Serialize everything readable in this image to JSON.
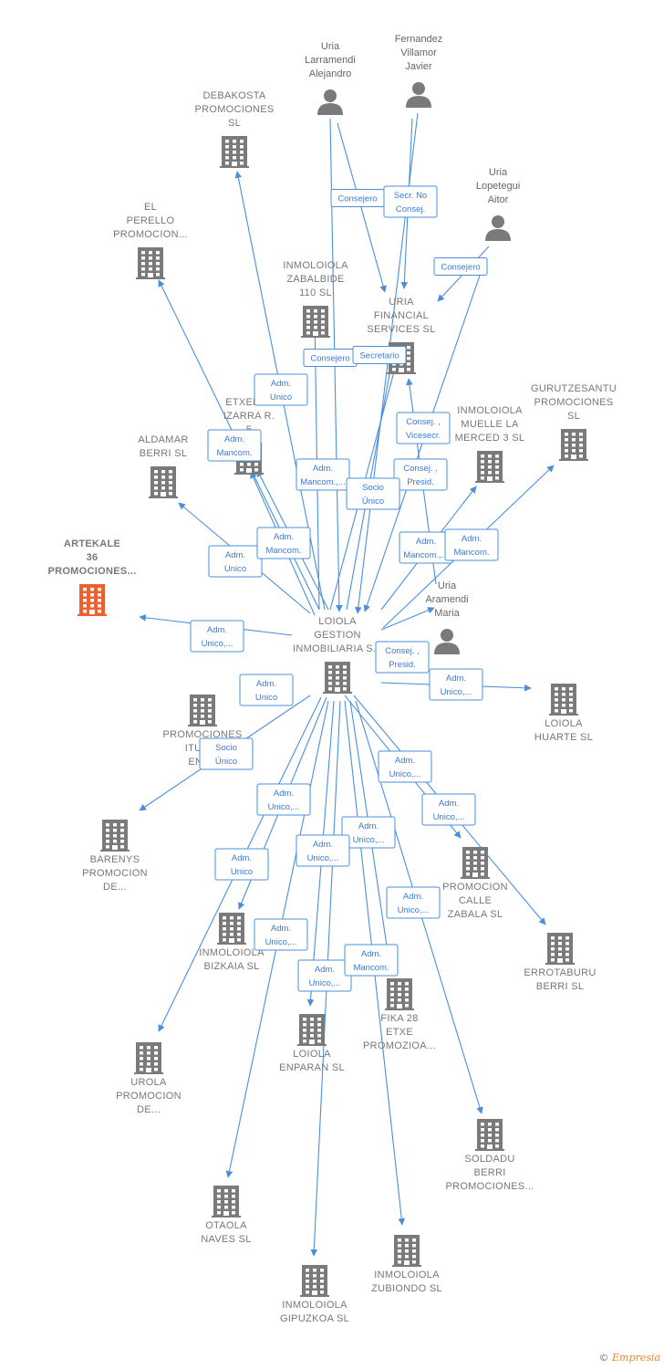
{
  "colors": {
    "edge": "#4a8fdc",
    "node": "#7a7a7a",
    "highlight": "#f0602e"
  },
  "center_id": "loiola",
  "nodes": [
    {
      "id": "loiola",
      "lines": [
        "LOIOLA",
        "GESTION",
        "INMOBILIARIA S..."
      ],
      "type": "company"
    },
    {
      "id": "artekale",
      "lines": [
        "ARTEKALE",
        "36",
        "PROMOCIONES..."
      ],
      "type": "company",
      "highlight": true
    },
    {
      "id": "debakosta",
      "lines": [
        "DEBAKOSTA",
        "PROMOCIONES",
        "SL"
      ],
      "type": "company"
    },
    {
      "id": "perello",
      "lines": [
        "EL",
        "PERELLO",
        "PROMOCION..."
      ],
      "type": "company"
    },
    {
      "id": "zabalbide",
      "lines": [
        "INMOLOIOLA",
        "ZABALBIDE",
        "110  SL"
      ],
      "type": "company"
    },
    {
      "id": "uriafin",
      "lines": [
        "URIA",
        "FINANCIAL",
        "SERVICES  SL"
      ],
      "type": "company"
    },
    {
      "id": "gurutze",
      "lines": [
        "GURUTZESANTU",
        "PROMOCIONES",
        "SL"
      ],
      "type": "company"
    },
    {
      "id": "muelle",
      "lines": [
        "INMOLOIOLA",
        "MUELLE LA",
        "MERCED 3  SL"
      ],
      "type": "company"
    },
    {
      "id": "etxebe",
      "lines": [
        "ETXEBEL",
        "IZARRA R.",
        "5"
      ],
      "type": "company"
    },
    {
      "id": "aldamar",
      "lines": [
        "ALDAMAR",
        "BERRI  SL"
      ],
      "type": "company"
    },
    {
      "id": "huarte",
      "lines": [
        "LOIOLA",
        "HUARTE  SL"
      ],
      "type": "company"
    },
    {
      "id": "iturri",
      "lines": [
        "PROMOCIONES",
        "ITURRI",
        "ENEA"
      ],
      "type": "company"
    },
    {
      "id": "barenys",
      "lines": [
        "BARENYS",
        "PROMOCION",
        "DE..."
      ],
      "type": "company"
    },
    {
      "id": "calle",
      "lines": [
        "PROMOCION",
        "CALLE",
        "ZABALA  SL"
      ],
      "type": "company"
    },
    {
      "id": "errota",
      "lines": [
        "ERROTABURU",
        "BERRI  SL"
      ],
      "type": "company"
    },
    {
      "id": "bizkaia",
      "lines": [
        "INMOLOIOLA",
        "BIZKAIA  SL"
      ],
      "type": "company"
    },
    {
      "id": "fika",
      "lines": [
        "FIKA 28",
        "ETXE",
        "PROMOZIOA..."
      ],
      "type": "company"
    },
    {
      "id": "enparan",
      "lines": [
        "LOIOLA",
        "ENPARAN  SL"
      ],
      "type": "company"
    },
    {
      "id": "urola",
      "lines": [
        "UROLA",
        "PROMOCION",
        "DE..."
      ],
      "type": "company"
    },
    {
      "id": "soldadu",
      "lines": [
        "SOLDADU",
        "BERRI",
        "PROMOCIONES..."
      ],
      "type": "company"
    },
    {
      "id": "otaola",
      "lines": [
        "OTAOLA",
        "NAVES  SL"
      ],
      "type": "company"
    },
    {
      "id": "zubiondo",
      "lines": [
        "INMOLOIOLA",
        "ZUBIONDO  SL"
      ],
      "type": "company"
    },
    {
      "id": "gipuzkoa",
      "lines": [
        "INMOLOIOLA",
        "GIPUZKOA  SL"
      ],
      "type": "company"
    },
    {
      "id": "larramendi",
      "lines": [
        "Uria",
        "Larramendi",
        "Alejandro"
      ],
      "type": "person"
    },
    {
      "id": "fernandez",
      "lines": [
        "Fernandez",
        "Villamor",
        "Javier"
      ],
      "type": "person"
    },
    {
      "id": "lopetegui",
      "lines": [
        "Uria",
        "Lopetegui",
        "Aitor"
      ],
      "type": "person"
    },
    {
      "id": "aramendi",
      "lines": [
        "Uria",
        "Aramendi",
        "Maria"
      ],
      "type": "person"
    }
  ],
  "edges": [
    {
      "from": "larramendi",
      "to": "loiola",
      "labels": [
        "Consejero"
      ]
    },
    {
      "from": "fernandez",
      "to": "loiola",
      "labels": [
        "Secr.  No",
        "Consej."
      ]
    },
    {
      "from": "larramendi",
      "to": "uriafin",
      "labels": []
    },
    {
      "from": "fernandez",
      "to": "uriafin",
      "labels": []
    },
    {
      "from": "lopetegui",
      "to": "uriafin",
      "labels": [
        "Consejero"
      ]
    },
    {
      "from": "lopetegui",
      "to": "loiola",
      "labels": [
        "Consej. ,",
        "Vicesecr."
      ]
    },
    {
      "from": "loiola",
      "to": "zabalbide",
      "labels": [
        "Consejero"
      ]
    },
    {
      "from": "loiola",
      "to": "uriafin",
      "labels": [
        "Secretario"
      ]
    },
    {
      "from": "aramendi",
      "to": "uriafin",
      "labels": [
        "Consej. ,",
        "Presid."
      ]
    },
    {
      "from": "aramendi",
      "to": "loiola",
      "labels": [
        "Consej. ,",
        "Presid."
      ]
    },
    {
      "from": "loiola",
      "to": "debakosta",
      "labels": [
        "Adm.",
        "Unico"
      ]
    },
    {
      "from": "loiola",
      "to": "perello",
      "labels": [
        "Adm.",
        "Mancom."
      ]
    },
    {
      "from": "loiola",
      "to": "etxebe",
      "labels": [
        "Adm.",
        "Mancom.,..."
      ]
    },
    {
      "from": "loiola",
      "to": "uriafin",
      "labels": [
        "Socio",
        "Único"
      ]
    },
    {
      "from": "loiola",
      "to": "aldamar",
      "labels": [
        "Adm.",
        "Unico"
      ]
    },
    {
      "from": "loiola",
      "to": "etxebe",
      "labels": [
        "Adm.",
        "Mancom."
      ]
    },
    {
      "from": "loiola",
      "to": "muelle",
      "labels": [
        "Adm.",
        "Mancom.,..."
      ]
    },
    {
      "from": "loiola",
      "to": "gurutze",
      "labels": [
        "Adm.",
        "Mancom."
      ]
    },
    {
      "from": "loiola",
      "to": "artekale",
      "labels": [
        "Adm.",
        "Unico,..."
      ]
    },
    {
      "from": "loiola",
      "to": "huarte",
      "labels": [
        "Adm.",
        "Unico,..."
      ]
    },
    {
      "from": "loiola",
      "to": "iturri",
      "labels": [
        "Adm.",
        "Unico"
      ]
    },
    {
      "from": "loiola",
      "to": "barenys",
      "labels": [
        "Socio",
        "Único"
      ]
    },
    {
      "from": "loiola",
      "to": "calle",
      "labels": [
        "Adm.",
        "Unico,..."
      ]
    },
    {
      "from": "loiola",
      "to": "errota",
      "labels": [
        "Adm.",
        "Unico,..."
      ]
    },
    {
      "from": "loiola",
      "to": "bizkaia",
      "labels": [
        "Adm.",
        "Unico,..."
      ]
    },
    {
      "from": "loiola",
      "to": "urola",
      "labels": [
        "Adm.",
        "Unico"
      ]
    },
    {
      "from": "loiola",
      "to": "fika",
      "labels": [
        "Adm.",
        "Unico,..."
      ]
    },
    {
      "from": "loiola",
      "to": "enparan",
      "labels": [
        "Adm.",
        "Unico,..."
      ]
    },
    {
      "from": "loiola",
      "to": "soldadu",
      "labels": [
        "Adm.",
        "Unico,..."
      ]
    },
    {
      "from": "loiola",
      "to": "otaola",
      "labels": [
        "Adm.",
        "Unico,..."
      ]
    },
    {
      "from": "loiola",
      "to": "gipuzkoa",
      "labels": [
        "Adm.",
        "Unico,..."
      ]
    },
    {
      "from": "loiola",
      "to": "zubiondo",
      "labels": [
        "Adm.",
        "Mancom."
      ]
    }
  ],
  "footer": {
    "copyright": "©",
    "brand": "Empresia"
  }
}
